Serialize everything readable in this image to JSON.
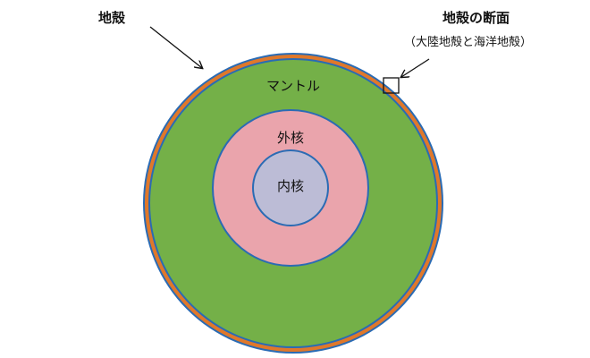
{
  "labels": {
    "crust": "地殻",
    "crust_section": "地殻の断面",
    "crust_section_sub": "（大陸地殻と海洋地殻）",
    "mantle": "マントル",
    "outer_core": "外核",
    "inner_core": "内核"
  },
  "colors": {
    "crust": "#e0782a",
    "mantle": "#74b048",
    "outer_core": "#eaa4ac",
    "inner_core": "#bcbcd6",
    "boundary": "#2a6bb4",
    "text": "#111111"
  }
}
